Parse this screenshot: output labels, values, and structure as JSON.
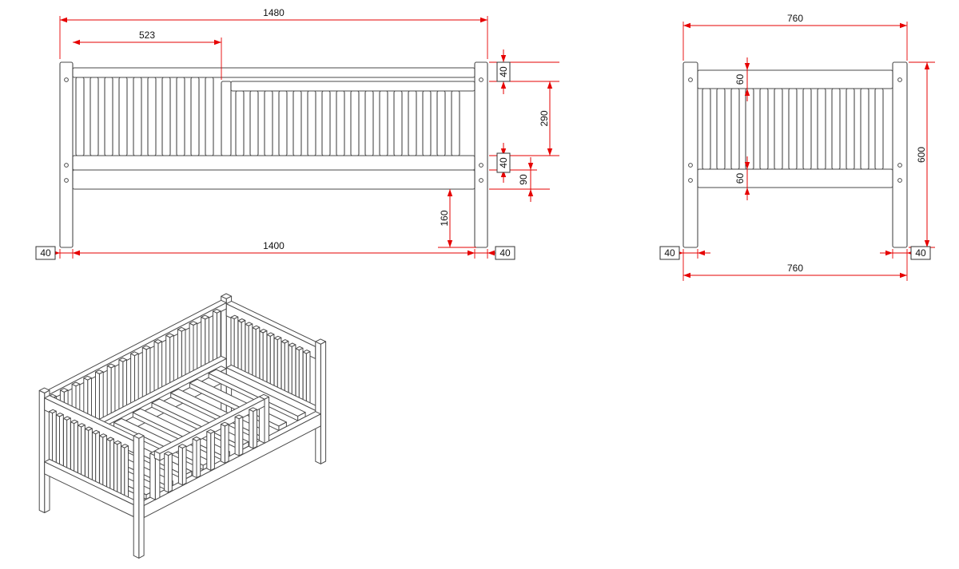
{
  "document": {
    "type": "technical-drawing",
    "subject": "toddler bed with guard rails"
  },
  "colors": {
    "dimension": "#e60000",
    "outline": "#4a4a4a",
    "text": "#111111",
    "background": "#ffffff"
  },
  "front_view": {
    "dims": {
      "overall_width": "1480",
      "opening_width": "523",
      "top_rail_height": "40",
      "rail_opening_height": "290",
      "bottom_rail_height": "40",
      "base_board_height": "90",
      "underbed_clearance": "160",
      "inner_width": "1400",
      "left_post_width": "40",
      "right_post_width": "40"
    }
  },
  "end_view": {
    "dims": {
      "overall_width": "760",
      "top_rail_height": "60",
      "bottom_rail_height": "60",
      "overall_height": "600",
      "left_post_width": "40",
      "right_post_width": "40",
      "overall_width_bottom": "760"
    }
  }
}
